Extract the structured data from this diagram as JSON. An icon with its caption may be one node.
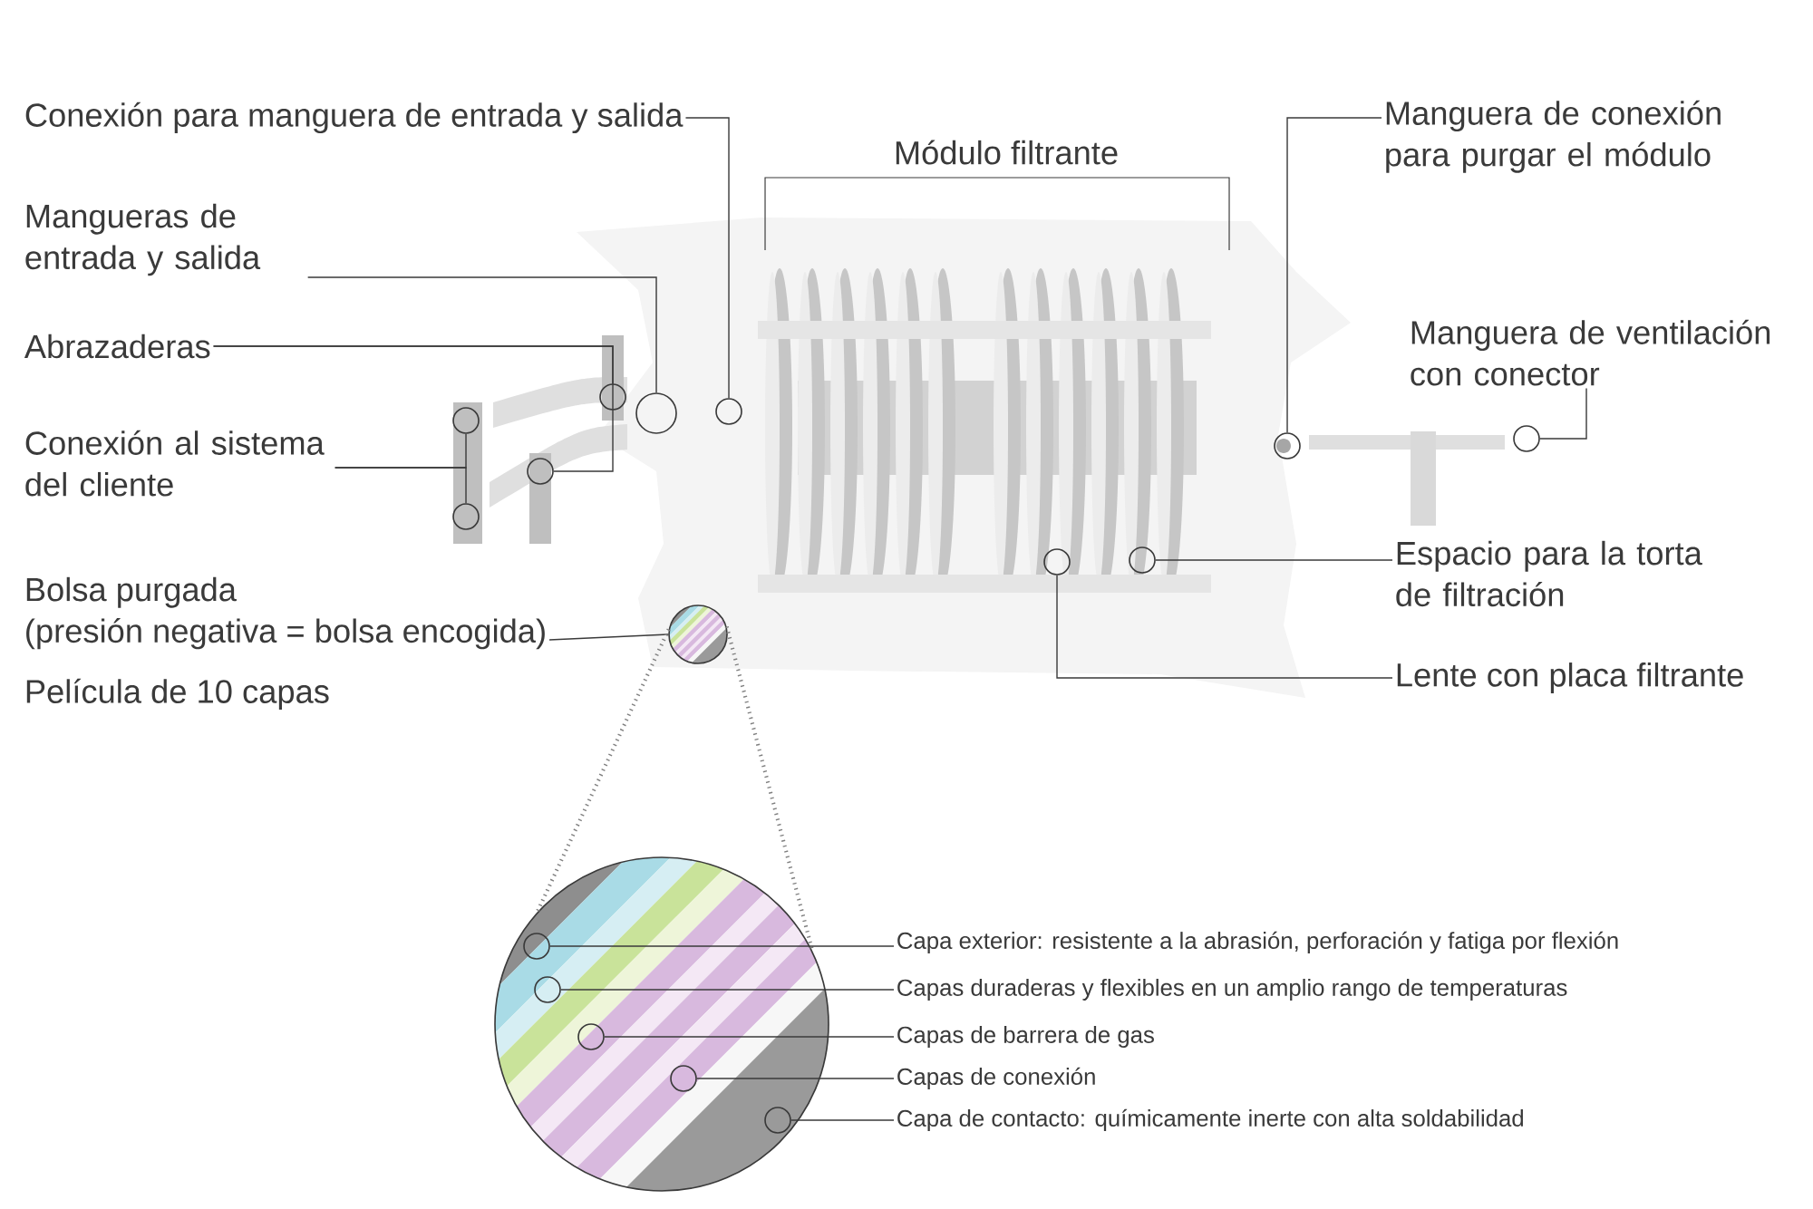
{
  "diagram": {
    "nodes": [
      {
        "text": [
          "Conexión para manguera de entrada y salida"
        ]
      },
      {
        "text": [],
        "shape": "circle"
      },
      {
        "text": [
          "Mangueras de entrada y salida"
        ]
      },
      {
        "text": [],
        "shape": "circle"
      },
      {
        "text": [
          "Abrazaderas"
        ]
      },
      {
        "text": [],
        "shape": "circle"
      },
      {
        "text": [],
        "shape": "circle"
      },
      {
        "text": [
          "Conexión al sistema del cliente"
        ]
      },
      {
        "text": [],
        "shape": "circle"
      },
      {
        "text": [],
        "shape": "circle"
      },
      {
        "text": [
          "Módulo filtrante"
        ]
      },
      {
        "text": [
          "Manguera de conexión para purgar el módulo"
        ]
      },
      {
        "text": [],
        "shape": "circle"
      },
      {
        "text": [
          "Manguera de ventilación con conector"
        ]
      },
      {
        "text": [],
        "shape": "circle"
      },
      {
        "text": [
          "Espacio para la torta de filtración"
        ]
      },
      {
        "text": [],
        "shape": "circle"
      },
      {
        "text": [
          "Lente con placa filtrante"
        ]
      },
      {
        "text": [],
        "shape": "circle"
      },
      {
        "text": [
          "Bolsa purgada",
          "(presión negativa = bolsa encogida)"
        ]
      },
      {
        "text": [],
        "shape": "circle"
      },
      {
        "text": [],
        "shape": "circle"
      },
      {
        "text": [
          "Capa exterior: resistente a la abrasión, perforación y fatiga por flexión"
        ]
      },
      {
        "text": [
          "Capas duraderas y flexibles en un amplio rango de temperaturas"
        ]
      },
      {
        "text": [
          "Capas de barrera de gas"
        ]
      },
      {
        "text": [
          "Capas de conexión"
        ]
      },
      {
        "text": [
          "Capa de contacto: químicamente inerte con alta soldabilidad"
        ]
      },
      {
        "text": [],
        "shape": "circle",
        "in": 21
      },
      {
        "text": [],
        "shape": "circle",
        "in": 21
      },
      {
        "text": [],
        "shape": "circle",
        "in": 21
      },
      {
        "text": [],
        "shape": "circle",
        "in": 21
      },
      {
        "text": [],
        "shape": "circle",
        "in": 21
      }
    ],
    "edges": [
      {
        "from": 0,
        "to": 1,
        "arrow": "none"
      },
      {
        "from": 2,
        "to": 3,
        "arrow": "none"
      },
      {
        "from": 4,
        "to": 5,
        "arrow": "none"
      },
      {
        "from": 4,
        "to": 6,
        "arrow": "none"
      },
      {
        "from": 7,
        "to": 8,
        "arrow": "none"
      },
      {
        "from": 7,
        "to": 9,
        "arrow": "none"
      },
      {
        "from": 11,
        "to": 12,
        "arrow": "none"
      },
      {
        "from": 13,
        "to": 14,
        "arrow": "none"
      },
      {
        "from": 15,
        "to": 16,
        "arrow": "none"
      },
      {
        "from": 17,
        "to": 18,
        "arrow": "none"
      },
      {
        "from": 19,
        "to": 20,
        "arrow": "none"
      },
      {
        "from": 20,
        "to": 21,
        "arrow": "none",
        "style": "dashed"
      },
      {
        "from": 22,
        "to": 27,
        "arrow": "none"
      },
      {
        "from": 23,
        "to": 28,
        "arrow": "none"
      },
      {
        "from": 24,
        "to": 29,
        "arrow": "none"
      },
      {
        "from": 25,
        "to": 30,
        "arrow": "none"
      },
      {
        "from": 26,
        "to": 31,
        "arrow": "none"
      }
    ],
    "labels": [
      "Película de 10 capas"
    ]
  }
}
